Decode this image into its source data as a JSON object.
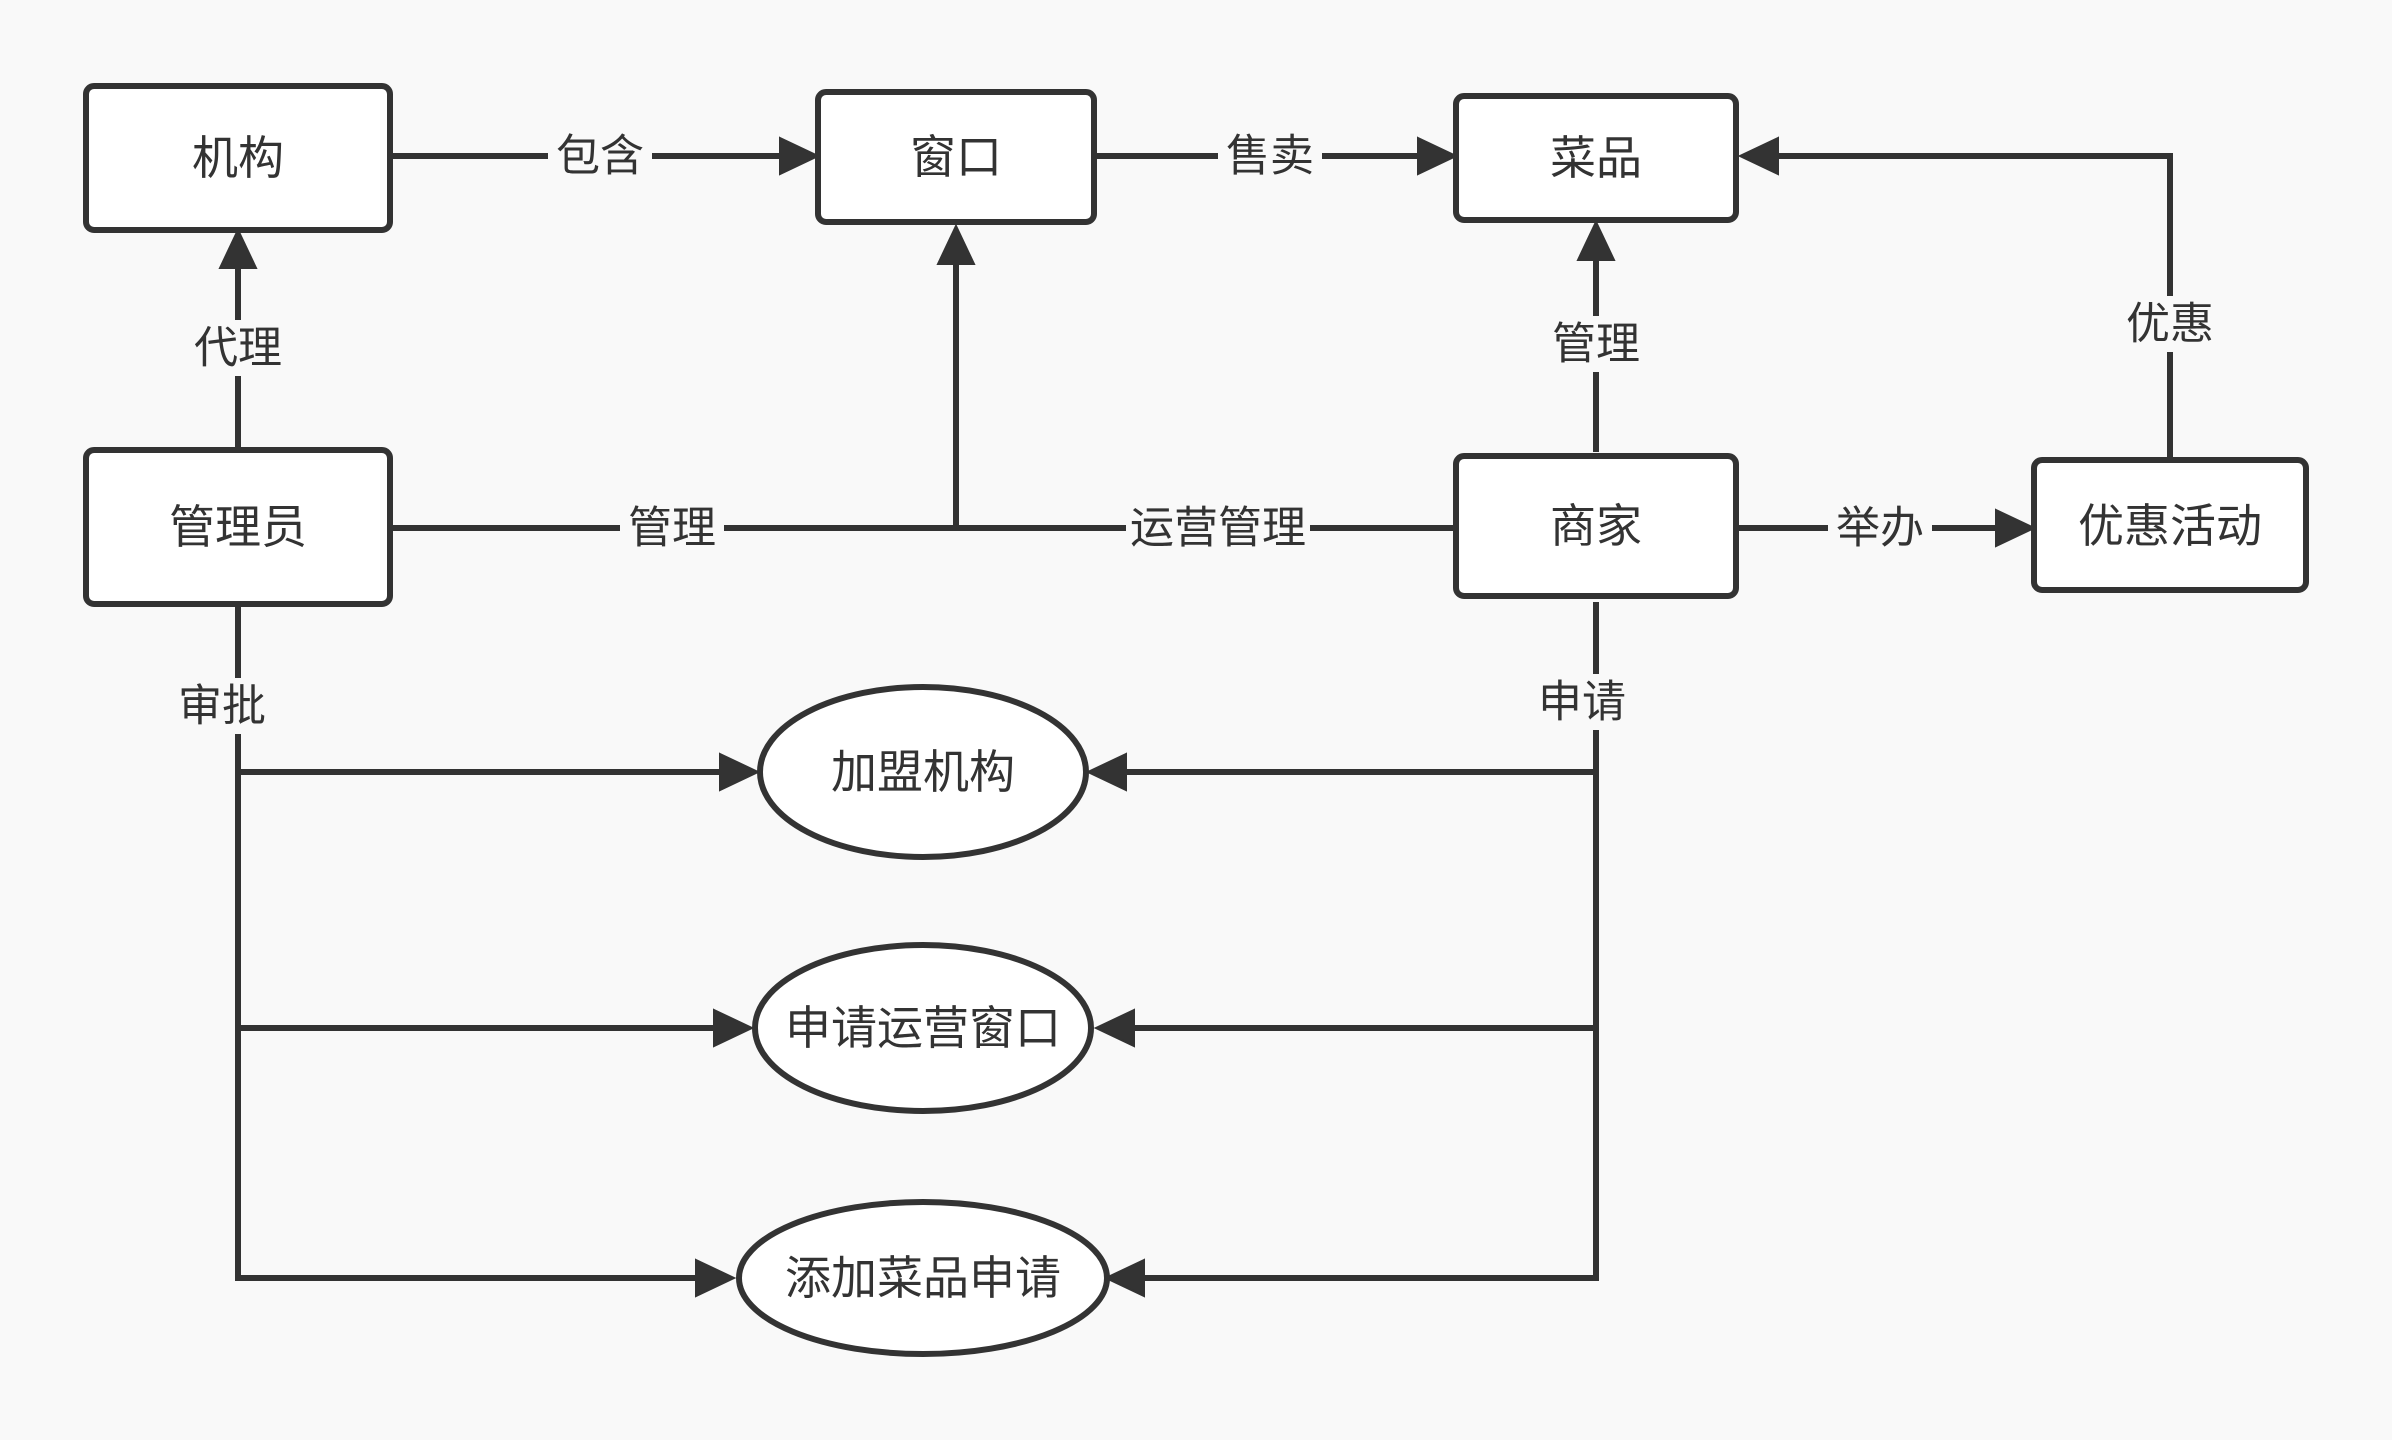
{
  "nodes": {
    "institution": "机构",
    "window": "窗口",
    "dish": "菜品",
    "admin": "管理员",
    "merchant": "商家",
    "promotion": "优惠活动",
    "join_institution": "加盟机构",
    "apply_window": "申请运营窗口",
    "add_dish_request": "添加菜品申请"
  },
  "edges": {
    "contains": "包含",
    "sells": "售卖",
    "proxy": "代理",
    "manage_dish": "管理",
    "discount": "优惠",
    "manage_window": "管理",
    "operate_manage": "运营管理",
    "host": "举办",
    "approve": "审批",
    "apply": "申请"
  },
  "colors": {
    "background": "#f9f9f9",
    "stroke": "#333333",
    "node_fill": "#ffffff",
    "text": "#333333"
  }
}
